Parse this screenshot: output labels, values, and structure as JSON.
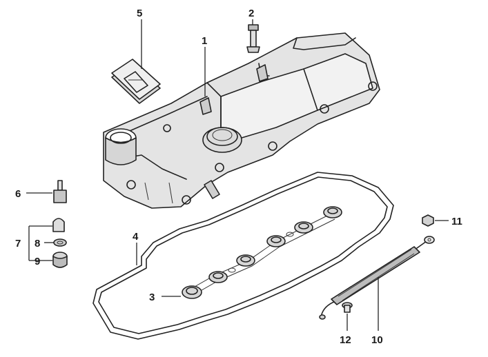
{
  "callouts": {
    "p1": "1",
    "p2": "2",
    "p3": "3",
    "p4": "4",
    "p5": "5",
    "p6": "6",
    "p7": "7",
    "p8": "8",
    "p9": "9",
    "p10": "10",
    "p11": "11",
    "p12": "12"
  },
  "colors": {
    "line": "#222222",
    "fill_light": "#eeeeee",
    "fill_mid": "#d6d6d6",
    "fill_dark": "#b8b8b8",
    "background": "#ffffff"
  }
}
